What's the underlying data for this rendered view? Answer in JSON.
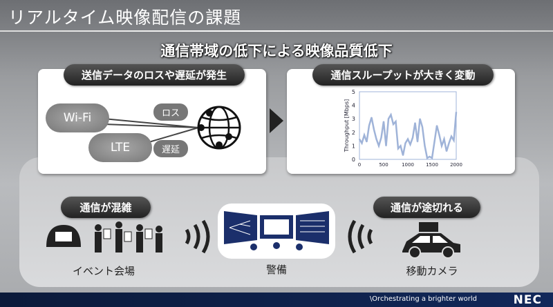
{
  "slide": {
    "title": "リアルタイム映像配信の課題",
    "subtitle": "通信帯域の低下による映像品質低下"
  },
  "left_panel": {
    "heading": "送信データのロスや遅延が発生",
    "cloud_wifi": "Wi-Fi",
    "cloud_lte": "LTE",
    "tag_loss": "ロス",
    "tag_delay": "遅延"
  },
  "right_panel": {
    "heading": "通信スループットが大きく変動"
  },
  "bottom": {
    "left_heading": "通信が混雑",
    "right_heading": "通信が途切れる",
    "left_label": "イベント会場",
    "center_label": "警備",
    "right_label": "移動カメラ"
  },
  "footer": {
    "tagline": "\\Orchestrating a brighter world",
    "logo": "NEC"
  },
  "chart_data": {
    "type": "line",
    "ylabel": "Throughput [Mbps]",
    "xlim": [
      0,
      2000
    ],
    "ylim": [
      0,
      5
    ],
    "xticks": [
      "0",
      "500",
      "1000",
      "1500",
      "2000"
    ],
    "yticks": [
      "0",
      "1",
      "2",
      "3",
      "4",
      "5"
    ],
    "color": "#9fb3d8",
    "x": [
      0,
      50,
      100,
      150,
      200,
      250,
      300,
      350,
      400,
      450,
      500,
      550,
      600,
      650,
      700,
      750,
      800,
      850,
      900,
      950,
      1000,
      1050,
      1100,
      1150,
      1200,
      1250,
      1300,
      1350,
      1400,
      1450,
      1500,
      1550,
      1600,
      1650,
      1700,
      1750,
      1800,
      1850,
      1900,
      1950,
      2000
    ],
    "y": [
      1.5,
      1.2,
      1.8,
      1.3,
      2.5,
      3.1,
      2.2,
      1.5,
      1.0,
      1.6,
      2.8,
      1.0,
      3.0,
      3.3,
      2.6,
      2.8,
      0.8,
      1.0,
      0.3,
      1.2,
      1.5,
      1.1,
      1.6,
      2.7,
      1.3,
      3.0,
      2.4,
      1.0,
      0.1,
      0.2,
      0.1,
      1.3,
      2.5,
      1.8,
      1.0,
      1.5,
      0.6,
      1.2,
      1.7,
      1.4,
      3.5
    ]
  }
}
